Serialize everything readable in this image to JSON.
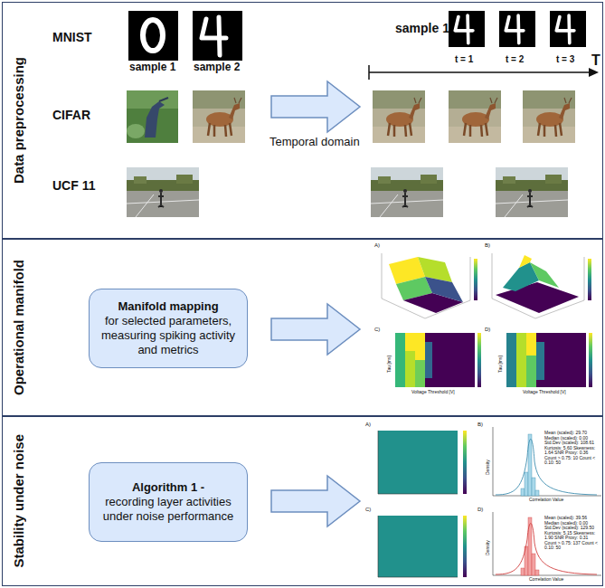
{
  "diagram": {
    "nodes": [
      {
        "text": [
          "Data preprocessing"
        ]
      },
      {
        "text": [
          "Operational manifold"
        ]
      },
      {
        "text": [
          "Stability under noise"
        ]
      },
      {
        "text": [
          "Manifold mapping",
          "for selected parameters, measuring spiking activity and metrics"
        ],
        "in": 1
      },
      {
        "text": [
          "Algorithm 1 -",
          "recording layer activities under noise performance"
        ],
        "in": 2
      }
    ],
    "labels": [
      "MNIST",
      "CIFAR",
      "UCF 11",
      "sample 1",
      "sample 2",
      "sample 1",
      "t = 1",
      "t = 2",
      "t = 3",
      "T",
      "Temporal domain",
      "A)",
      "B)",
      "C)",
      "D)",
      "Voltage Threshold [V]",
      "Voltage Threshold [V]",
      "Tau [ms]",
      "Tau [ms]",
      "A)",
      "B)",
      "C)",
      "D)",
      "Mean (scaled): 29.70 Median (scaled): 0.00 Std.Dev (scaled): 108.61 Kurtosis: 5.60 Skewness: 1.64 SNR Proxy: 0.36 Count > 0.75: 10 Count < 0.10: 50",
      "Mean (scaled): 39.56 Median (scaled): 0.00 Std.Dev (scaled): 129.50 Kurtosis: 5.15 Skewness: 1.90 SNR Proxy: 0.31 Count > 0.75: 137 Count < 0.10: 50",
      "Correlation Value",
      "Correlation Value",
      "Density",
      "Density"
    ]
  }
}
